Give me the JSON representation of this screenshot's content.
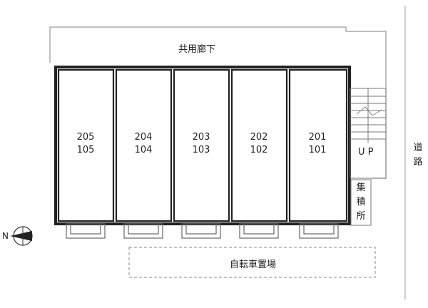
{
  "floorplan": {
    "corridor_label": "共用廊下",
    "parking_label": "自転車置場",
    "stairs_label": "U P",
    "garbage_label": "集積所",
    "road_label": "道路",
    "compass_label": "N",
    "units": [
      {
        "upper": "205",
        "lower": "105"
      },
      {
        "upper": "204",
        "lower": "104"
      },
      {
        "upper": "203",
        "lower": "103"
      },
      {
        "upper": "202",
        "lower": "102"
      },
      {
        "upper": "201",
        "lower": "101"
      }
    ]
  }
}
